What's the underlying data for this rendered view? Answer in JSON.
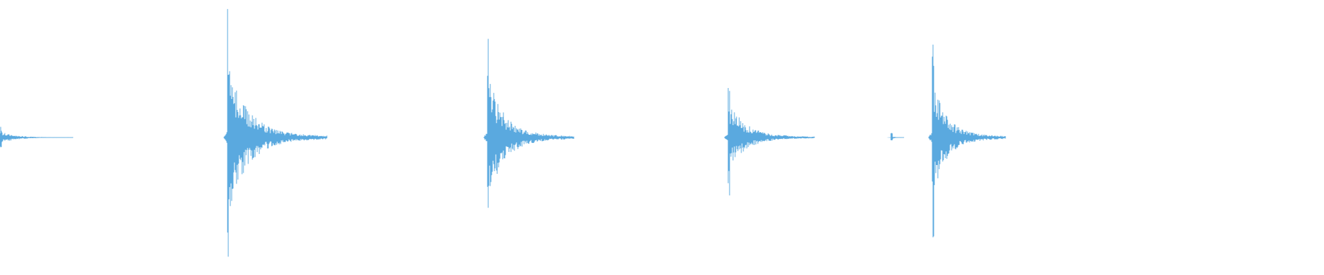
{
  "waveform": {
    "color": "#5aa9df",
    "baseline_opacity": 0.85,
    "transients": [
      {
        "onset": 0.0,
        "peak": 0.04,
        "decay": 0.055,
        "tail": 0.055,
        "asym": 1.0
      },
      {
        "onset": 0.172,
        "peak": 0.5,
        "decay": 0.075,
        "tail": 0.074,
        "asym": 0.99
      },
      {
        "onset": 0.368,
        "peak": 0.4,
        "decay": 0.065,
        "tail": 0.06,
        "asym": 1.0
      },
      {
        "onset": 0.55,
        "peak": 0.24,
        "decay": 0.065,
        "tail": 0.065,
        "asym": 0.9
      },
      {
        "onset": 0.673,
        "peak": 0.02,
        "decay": 0.01,
        "tail": 0.01,
        "asym": 1.0
      },
      {
        "onset": 0.704,
        "peak": 0.38,
        "decay": 0.055,
        "tail": 0.055,
        "asym": 0.98
      }
    ]
  }
}
